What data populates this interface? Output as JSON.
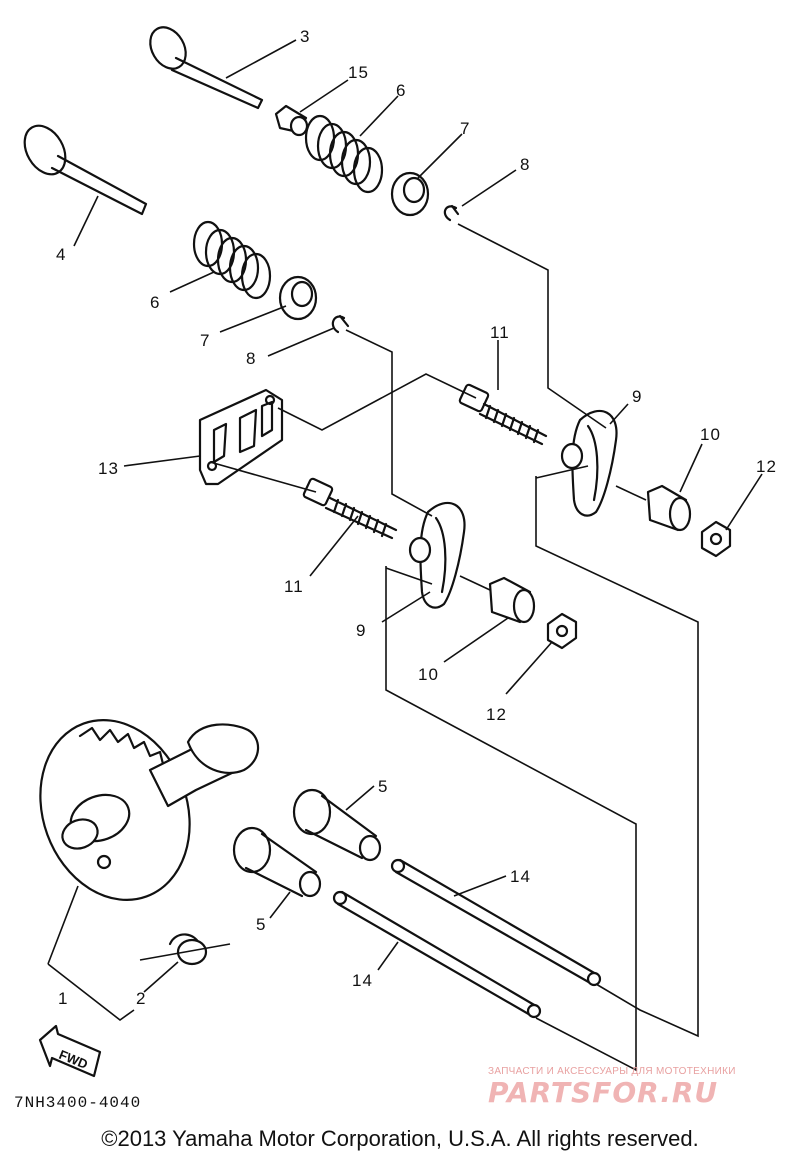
{
  "callouts": {
    "c1": "1",
    "c2": "2",
    "c3": "3",
    "c4": "4",
    "c5a": "5",
    "c5b": "5",
    "c6a": "6",
    "c6b": "6",
    "c7a": "7",
    "c7b": "7",
    "c8a": "8",
    "c8b": "8",
    "c9a": "9",
    "c9b": "9",
    "c10a": "10",
    "c10b": "10",
    "c11a": "11",
    "c11b": "11",
    "c12a": "12",
    "c12b": "12",
    "c13": "13",
    "c14a": "14",
    "c14b": "14",
    "c15": "15"
  },
  "fwd_label": "FWD",
  "diagram_code": "7NH3400-4040",
  "copyright": "©2013 Yamaha Motor Corporation, U.S.A. All rights reserved.",
  "watermark": {
    "tagline": "ЗАПЧАСТИ И АКСЕССУАРЫ ДЛЯ МОТОТЕХНИКИ",
    "brand": "PARTSFOR.RU",
    "color": "#f0b4b4"
  }
}
